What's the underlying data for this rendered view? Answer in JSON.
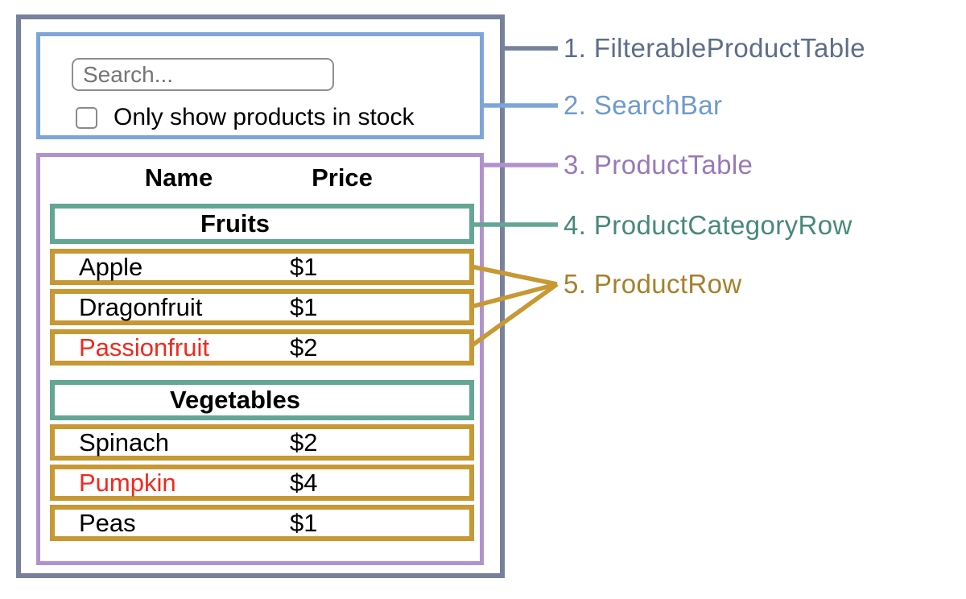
{
  "colors": {
    "slate_border": "#77819c",
    "slate_text": "#5e6d8a",
    "blue_border": "#7ca6da",
    "blue_text": "#6e9ad0",
    "purple_border": "#b292cc",
    "purple_text": "#9879b8",
    "teal_border": "#63a694",
    "teal_text": "#47887a",
    "gold_border": "#c79834",
    "gold_text": "#a5812c",
    "red_text": "#f02a1d",
    "input_border": "#8f8f8f",
    "placeholder_text": "#757575",
    "body_text": "#000000"
  },
  "search_bar": {
    "input_placeholder": "Search...",
    "checkbox_label": "Only show products in stock",
    "checkbox_checked": false
  },
  "table": {
    "headers": {
      "name": "Name",
      "price": "Price"
    },
    "rows": [
      {
        "type": "category",
        "label": "Fruits"
      },
      {
        "type": "product",
        "name": "Apple",
        "price": "$1",
        "sold_out": false
      },
      {
        "type": "product",
        "name": "Dragonfruit",
        "price": "$1",
        "sold_out": false
      },
      {
        "type": "product",
        "name": "Passionfruit",
        "price": "$2",
        "sold_out": true
      },
      {
        "type": "category",
        "label": "Vegetables"
      },
      {
        "type": "product",
        "name": "Spinach",
        "price": "$2",
        "sold_out": false
      },
      {
        "type": "product",
        "name": "Pumpkin",
        "price": "$4",
        "sold_out": true
      },
      {
        "type": "product",
        "name": "Peas",
        "price": "$1",
        "sold_out": false
      }
    ]
  },
  "annotations": [
    {
      "text": "1. FilterableProductTable"
    },
    {
      "text": "2. SearchBar"
    },
    {
      "text": "3. ProductTable"
    },
    {
      "text": "4. ProductCategoryRow"
    },
    {
      "text": "5. ProductRow"
    }
  ]
}
